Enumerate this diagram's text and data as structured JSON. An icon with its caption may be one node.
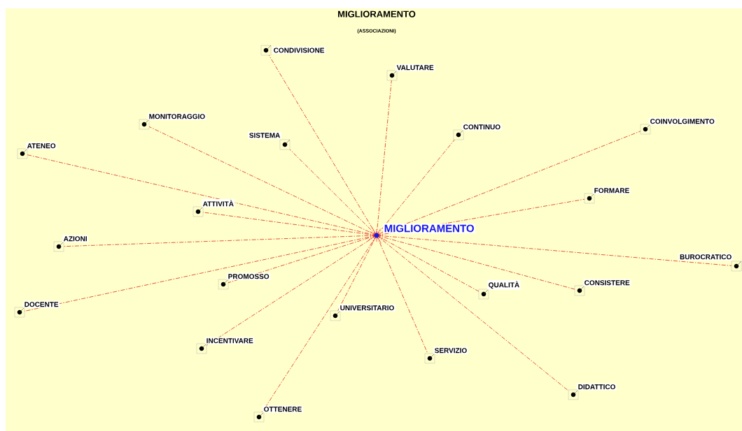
{
  "diagram": {
    "title": "MIGLIORAMENTO",
    "nodes": [
      {
        "text": [
          "MIGLIORAMENTO"
        ]
      },
      {
        "text": [
          "CONDIVISIONE"
        ]
      },
      {
        "text": [
          "VALUTARE"
        ]
      },
      {
        "text": [
          "MONITORAGGIO"
        ]
      },
      {
        "text": [
          "COINVOLGIMENTO"
        ]
      },
      {
        "text": [
          "CONTINUO"
        ]
      },
      {
        "text": [
          "SISTEMA"
        ]
      },
      {
        "text": [
          "ATENEO"
        ]
      },
      {
        "text": [
          "FORMARE"
        ]
      },
      {
        "text": [
          "ATTIVITÀ"
        ]
      },
      {
        "text": [
          "AZIONI"
        ]
      },
      {
        "text": [
          "BUROCRATICO"
        ]
      },
      {
        "text": [
          "PROMOSSO"
        ]
      },
      {
        "text": [
          "CONSISTERE"
        ]
      },
      {
        "text": [
          "QUALITÀ"
        ]
      },
      {
        "text": [
          "DOCENTE"
        ]
      },
      {
        "text": [
          "UNIVERSITARIO"
        ]
      },
      {
        "text": [
          "INCENTIVARE"
        ]
      },
      {
        "text": [
          "SERVIZIO"
        ]
      },
      {
        "text": [
          "DIDATTICO"
        ]
      },
      {
        "text": [
          "OTTENERE"
        ]
      }
    ],
    "edges": [
      {
        "from": 0,
        "to": 1,
        "arrow": "none"
      },
      {
        "from": 0,
        "to": 2,
        "arrow": "none"
      },
      {
        "from": 0,
        "to": 3,
        "arrow": "none"
      },
      {
        "from": 0,
        "to": 4,
        "arrow": "none"
      },
      {
        "from": 0,
        "to": 5,
        "arrow": "none"
      },
      {
        "from": 0,
        "to": 6,
        "arrow": "none"
      },
      {
        "from": 0,
        "to": 7,
        "arrow": "none"
      },
      {
        "from": 0,
        "to": 8,
        "arrow": "none"
      },
      {
        "from": 0,
        "to": 9,
        "arrow": "none"
      },
      {
        "from": 0,
        "to": 10,
        "arrow": "none"
      },
      {
        "from": 0,
        "to": 11,
        "arrow": "none"
      },
      {
        "from": 0,
        "to": 12,
        "arrow": "none"
      },
      {
        "from": 0,
        "to": 13,
        "arrow": "none"
      },
      {
        "from": 0,
        "to": 14,
        "arrow": "none"
      },
      {
        "from": 0,
        "to": 15,
        "arrow": "none"
      },
      {
        "from": 0,
        "to": 16,
        "arrow": "none"
      },
      {
        "from": 0,
        "to": 17,
        "arrow": "none"
      },
      {
        "from": 0,
        "to": 18,
        "arrow": "none"
      },
      {
        "from": 0,
        "to": 19,
        "arrow": "none"
      },
      {
        "from": 0,
        "to": 20,
        "arrow": "none"
      }
    ],
    "labels": [
      "(ASSOCIAZIONI)"
    ]
  }
}
